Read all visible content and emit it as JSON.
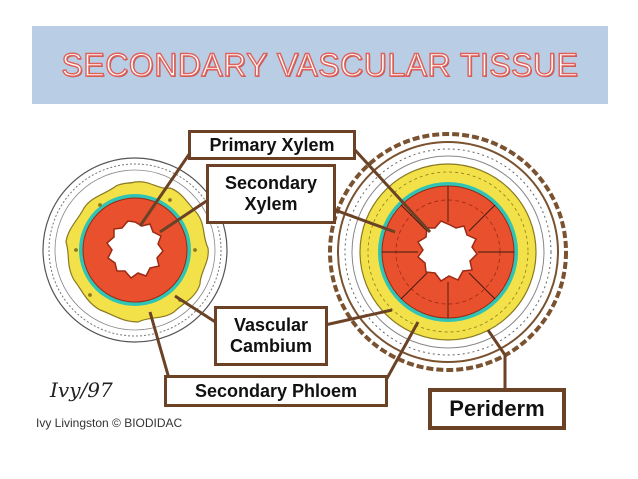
{
  "title": "SECONDARY VASCULAR TISSUE",
  "labels": {
    "primary_xylem": "Primary Xylem",
    "secondary_xylem": "Secondary Xylem",
    "vascular_cambium": "Vascular Cambium",
    "secondary_phloem": "Secondary Phloem",
    "periderm": "Periderm"
  },
  "signature": "Ivy/97",
  "credit": "Ivy Livingston © BIODIDAC",
  "colors": {
    "title_bg": "#b9cde5",
    "title_text_outline": "#e0605a",
    "leader_line": "#6b4226",
    "xylem": "#e8502e",
    "cambium": "#2ec4b6",
    "phloem": "#f3e14a",
    "bark": "#7a5230"
  }
}
